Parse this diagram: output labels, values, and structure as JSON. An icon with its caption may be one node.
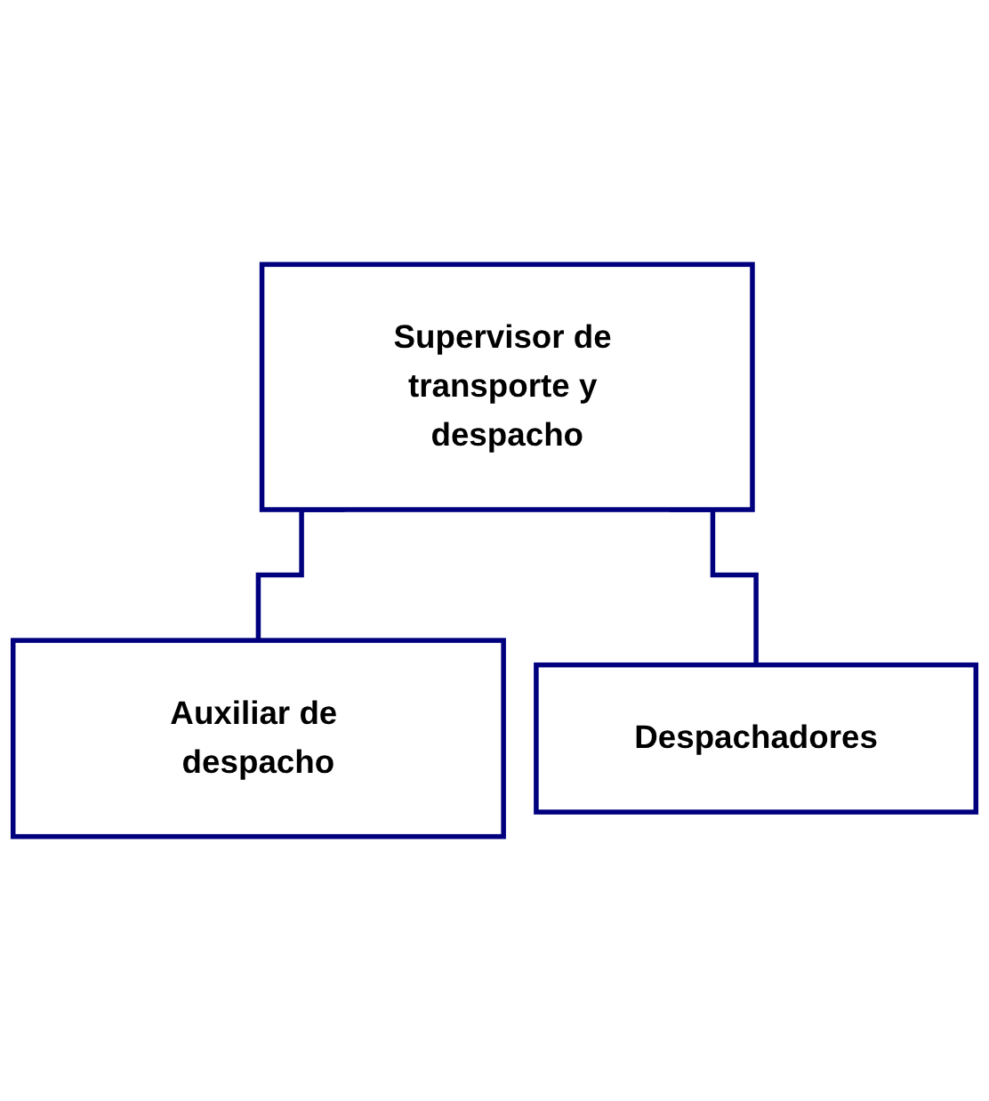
{
  "diagram": {
    "nodes": [
      {
        "text": [
          "Supervisor de transporte y despacho"
        ]
      },
      {
        "text": [
          "Auxiliar de despacho"
        ]
      },
      {
        "text": [
          "Despachadores"
        ]
      }
    ],
    "edges": [
      {
        "from": 0,
        "to": 1,
        "arrow": "none"
      },
      {
        "from": 0,
        "to": 2,
        "arrow": "none"
      }
    ]
  }
}
